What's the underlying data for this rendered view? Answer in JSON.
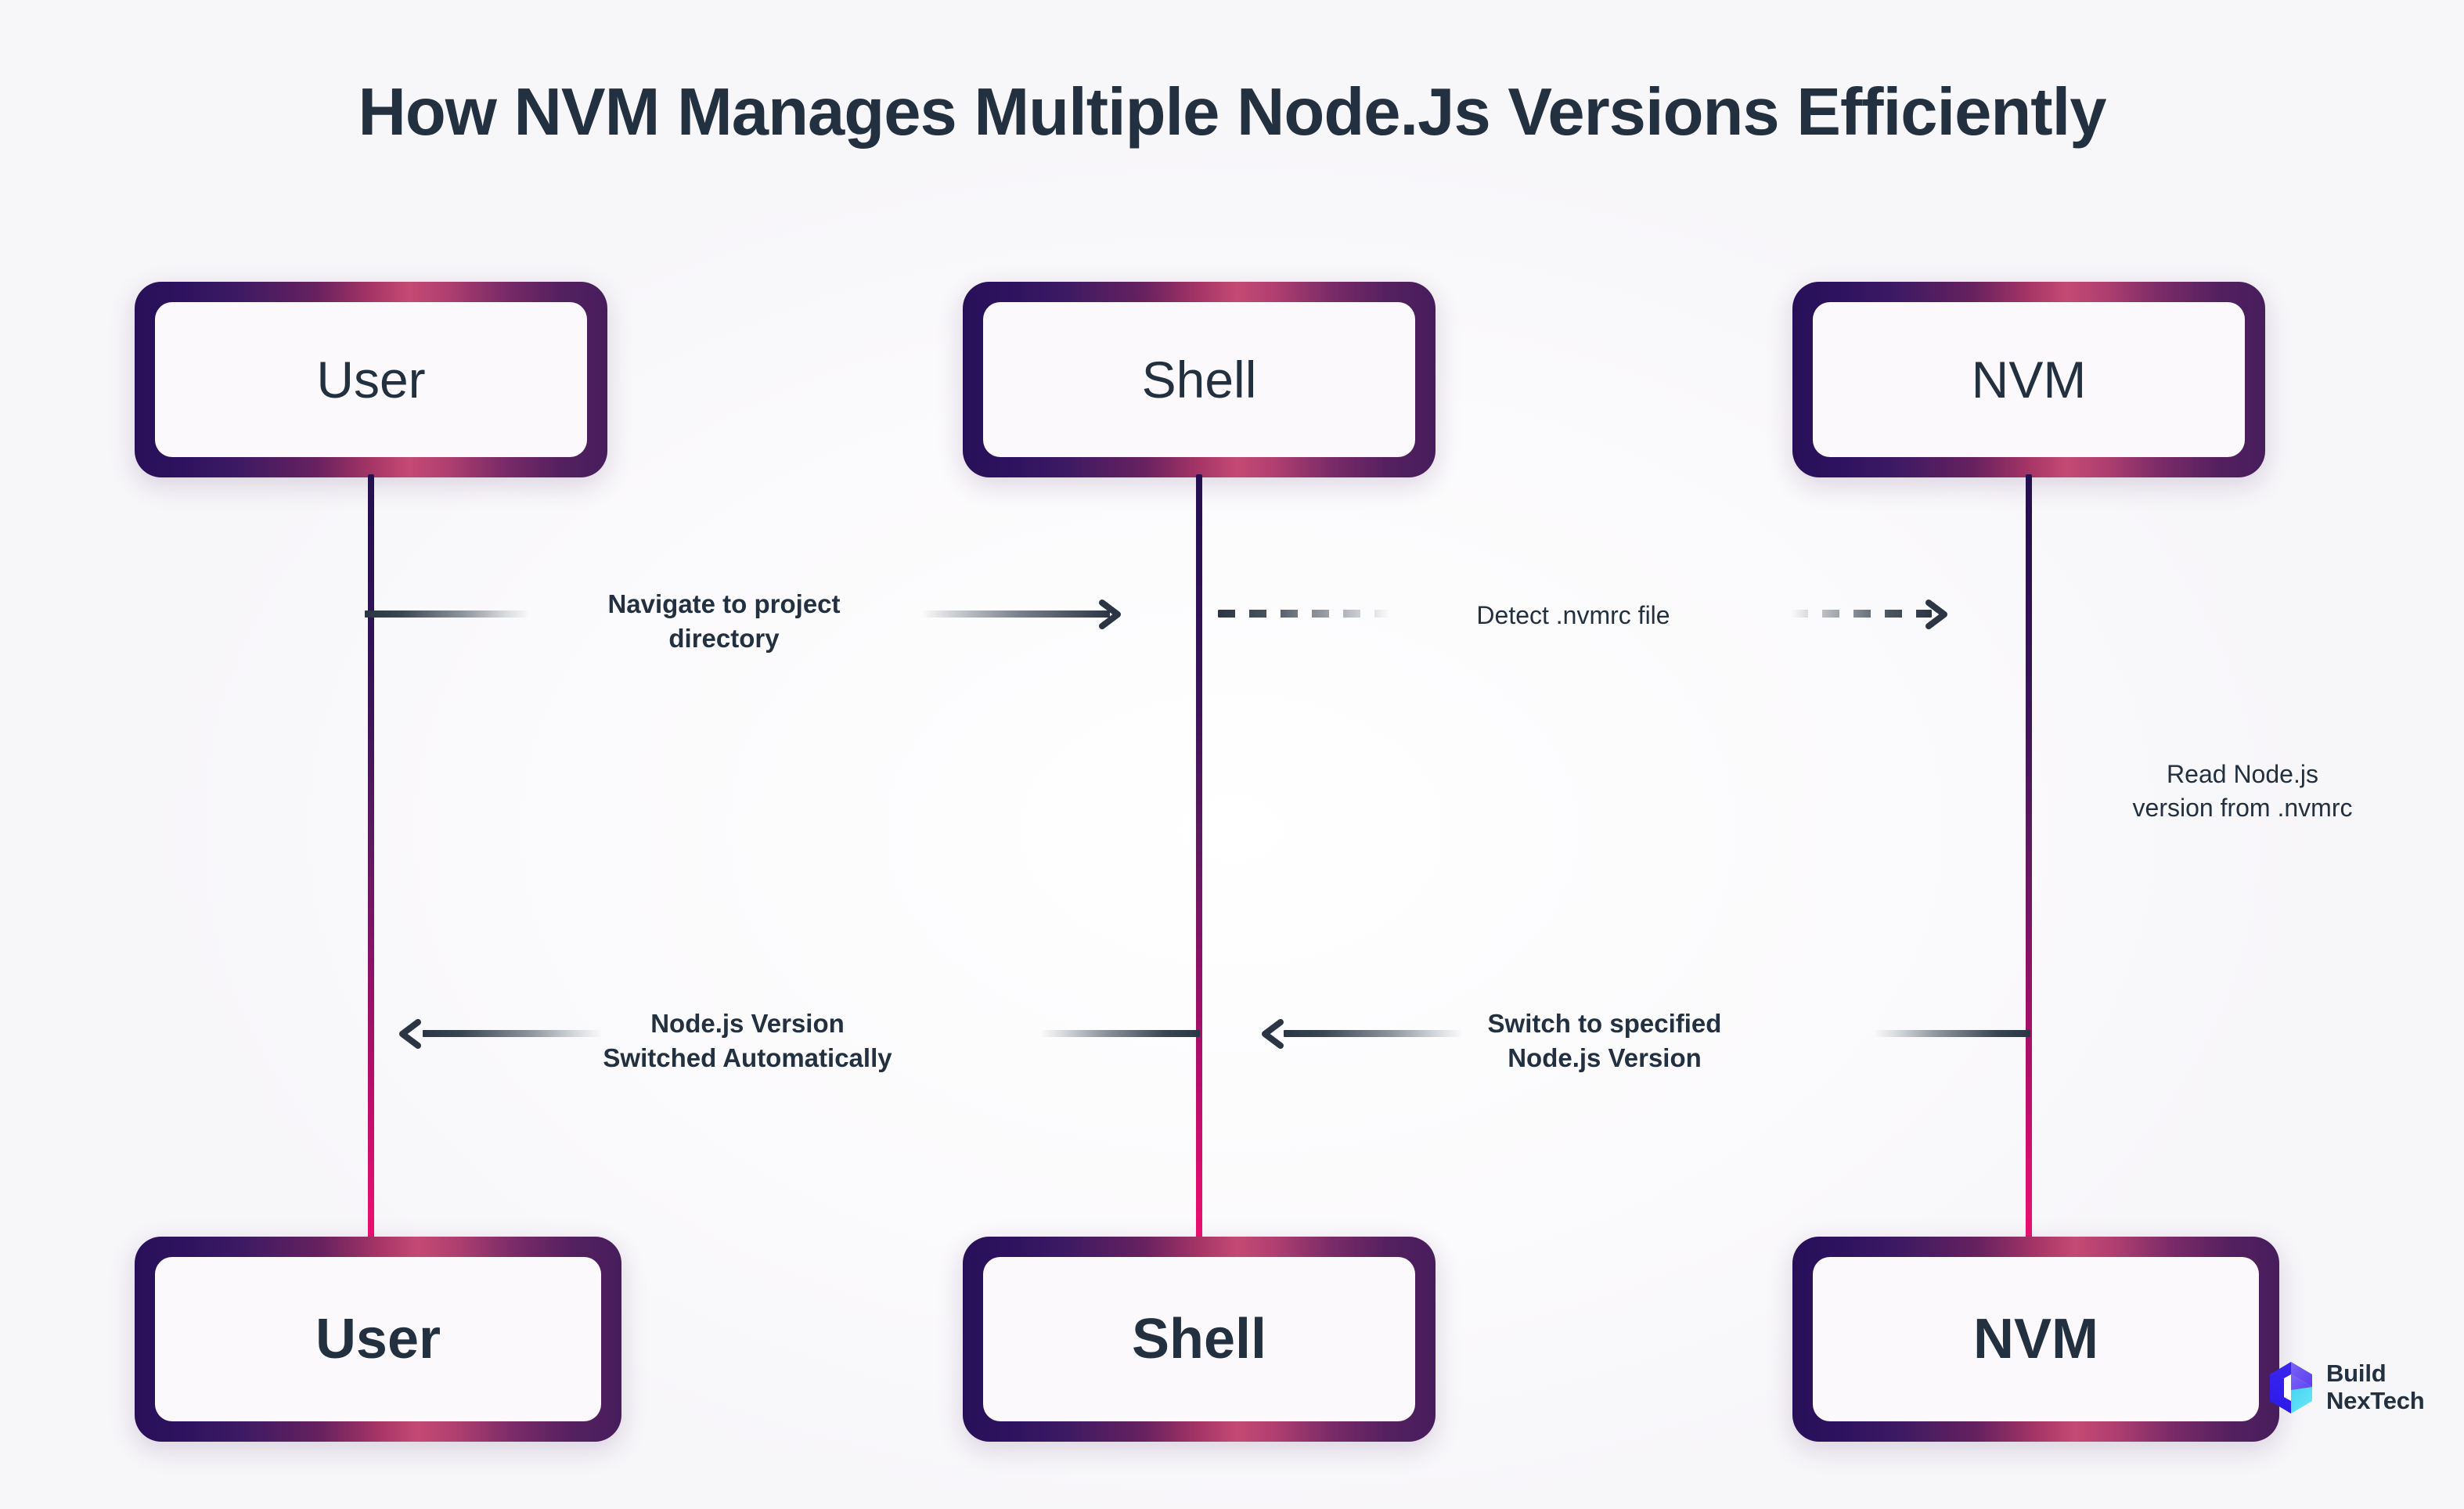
{
  "title": "How NVM Manages Multiple Node.Js Versions Efficiently",
  "diagram": {
    "type": "sequence-diagram",
    "actors": [
      {
        "id": "user",
        "label": "User"
      },
      {
        "id": "shell",
        "label": "Shell"
      },
      {
        "id": "nvm",
        "label": "NVM"
      }
    ],
    "actors_bottom": [
      {
        "id": "user",
        "label": "User"
      },
      {
        "id": "shell",
        "label": "Shell"
      },
      {
        "id": "nvm",
        "label": "NVM"
      }
    ],
    "messages": [
      {
        "id": "m1",
        "from": "user",
        "to": "shell",
        "label": "Navigate to project\ndirectory",
        "style": "solid",
        "direction": "right"
      },
      {
        "id": "m2",
        "from": "shell",
        "to": "nvm",
        "label": "Detect .nvmrc file",
        "style": "dashed",
        "direction": "right"
      },
      {
        "id": "m3",
        "from": "nvm",
        "to": "nvm",
        "label": "Read Node.js\nversion from .nvmrc",
        "style": "self",
        "direction": "self"
      },
      {
        "id": "m4",
        "from": "nvm",
        "to": "shell",
        "label": "Switch to specified\nNode.js Version",
        "style": "solid",
        "direction": "left"
      },
      {
        "id": "m5",
        "from": "shell",
        "to": "user",
        "label": "Node.js Version\nSwitched Automatically",
        "style": "solid",
        "direction": "left"
      }
    ]
  },
  "brand": {
    "name": "Build\nNexTech",
    "mark": "buildnextech-hexagon-b"
  },
  "colors": {
    "background": "#fdfcfd",
    "text": "#22303f",
    "box_gradient_dark": "#281058",
    "box_gradient_accent": "#c44a73",
    "box_fill": "#fbf9fb",
    "lifeline_top": "#241050",
    "lifeline_bottom": "#ef1170",
    "arrow": "#2b3544",
    "brand_purple": "#5b3ff0",
    "brand_blue": "#2b19e8",
    "brand_cyan": "#3fd8f0"
  }
}
